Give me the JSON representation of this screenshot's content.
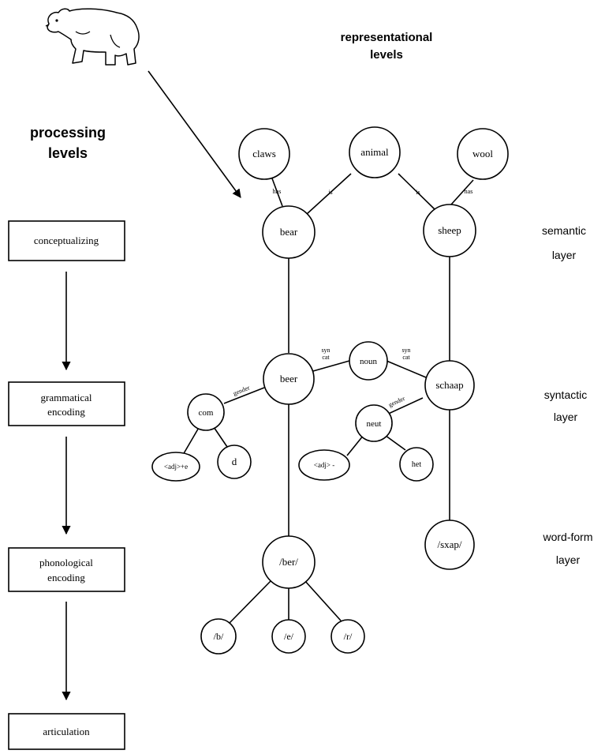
{
  "headers": {
    "representational": [
      "representational",
      "levels"
    ],
    "processing": [
      "processing",
      "levels"
    ]
  },
  "processing_boxes": [
    "conceptualizing",
    "grammatical encoding",
    "phonological encoding",
    "articulation"
  ],
  "layers": {
    "semantic": [
      "semantic",
      "layer"
    ],
    "syntactic": [
      "syntactic",
      "layer"
    ],
    "word_form": [
      "word-form",
      "layer"
    ]
  },
  "nodes": {
    "claws": "claws",
    "animal": "animal",
    "wool": "wool",
    "bear": "bear",
    "sheep": "sheep",
    "noun": "noun",
    "beer": "beer",
    "schaap": "schaap",
    "com": "com",
    "neut": "neut",
    "adj_e": "<adj>+e",
    "d": "d",
    "adj_minus": "<adj> -",
    "het": "het",
    "ber": "/ber/",
    "sxap": "/sxap/",
    "b": "/b/",
    "e": "/e/",
    "r": "/r/"
  },
  "edge_labels": {
    "has_left": "has",
    "is_left": "is",
    "is_right": "is",
    "has_right": "has",
    "syn_cat_left": [
      "syn",
      "cat"
    ],
    "syn_cat_right": [
      "syn",
      "cat"
    ],
    "gender_left": "gender",
    "gender_right": "gender"
  },
  "icons": {
    "bear": "polar-bear-illustration"
  }
}
